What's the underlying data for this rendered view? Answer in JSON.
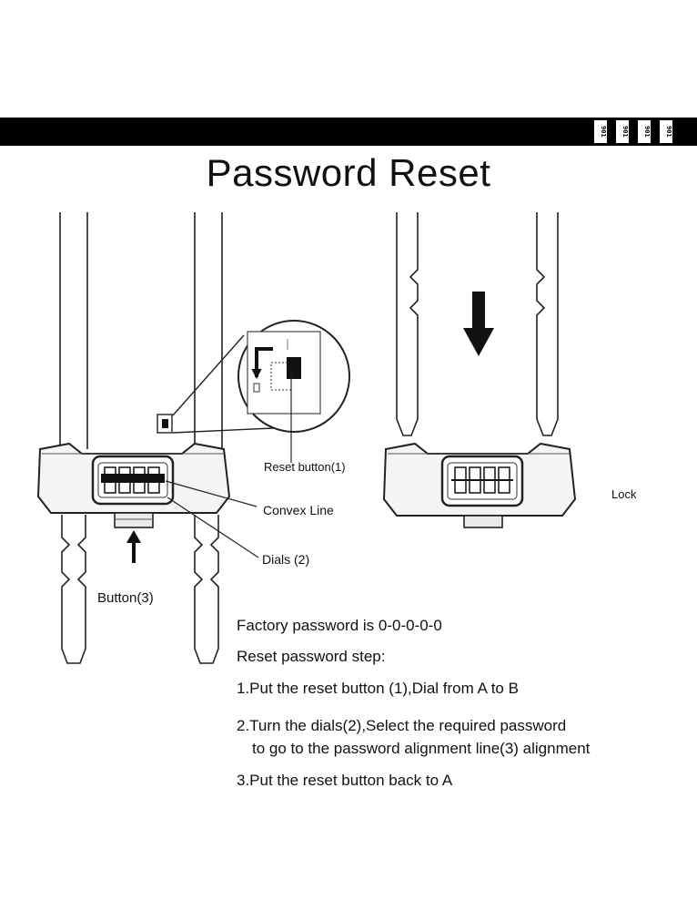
{
  "header": {
    "title": "Password Reset",
    "digit_blocks": [
      "901",
      "901",
      "901",
      "901"
    ]
  },
  "labels": {
    "reset_button": "Reset button(1)",
    "convex_line": "Convex Line",
    "dials": "Dials (2)",
    "button": "Button(3)",
    "lock": "Lock"
  },
  "instructions": {
    "factory": "Factory password is 0-0-0-0-0",
    "heading": "Reset password step:",
    "step1": "1.Put the reset button (1),Dial from A to B",
    "step2_line1": "2.Turn the dials(2),Select the required password",
    "step2_line2": "to go to the password alignment line(3) alignment",
    "step3": "3.Put the reset button back to A"
  },
  "colors": {
    "bar": "#000000",
    "lock_body": "#f4f4f4",
    "line": "#222222"
  }
}
